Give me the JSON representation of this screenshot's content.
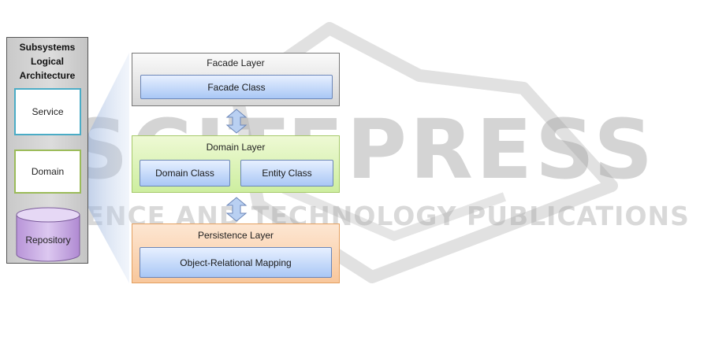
{
  "watermark": {
    "main": "SCITEPRESS",
    "sub": "SCIENCE AND TECHNOLOGY PUBLICATIONS"
  },
  "panel": {
    "title": "Subsystems\nLogical\nArchitecture",
    "service": "Service",
    "domain": "Domain",
    "repository": "Repository"
  },
  "layers": {
    "facade": {
      "title": "Facade Layer",
      "classes": [
        "Facade Class"
      ]
    },
    "domain": {
      "title": "Domain Layer",
      "classes": [
        "Domain Class",
        "Entity Class"
      ]
    },
    "persistence": {
      "title": "Persistence Layer",
      "classes": [
        "Object-Relational Mapping"
      ]
    }
  },
  "colors": {
    "service_border": "#4bacc6",
    "domain_border": "#9bbb59",
    "repository_fill": "#c5a6df",
    "class_fill": "#a9c7f5",
    "domain_layer_fill": "#cdeea0",
    "persistence_layer_fill": "#f8c79c"
  }
}
